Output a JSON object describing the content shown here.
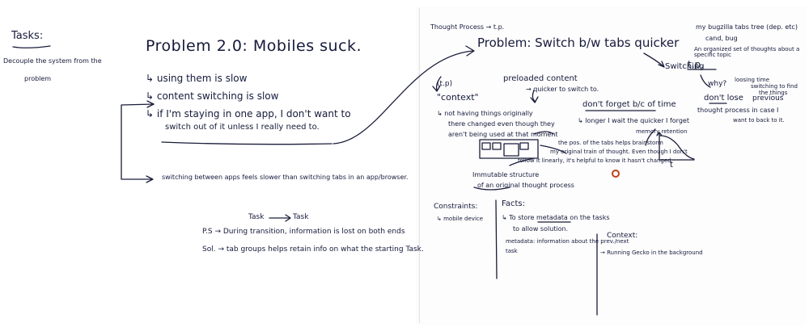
{
  "left_board": {
    "tasks_heading": "Tasks:",
    "tasks_line1": "Decouple the system from the",
    "tasks_line2": "problem",
    "problem_title": "Problem 2.0: Mobiles suck.",
    "point_1": "↳ using them is slow",
    "point_2": "↳ content switching is slow",
    "point_3_line1": "↳ if I'm staying in one app, I don't want to",
    "point_3_line2": "switch out of it unless I really need to.",
    "point_4": "switching between apps feels slower than switching tabs in an app/browser.",
    "task_arrow_left": "Task",
    "task_arrow_right": "Task",
    "ps_line": "P.S → During transition, information is lost on both ends",
    "sol_line": "Sol. → tab groups helps retain info on what the starting Task."
  },
  "right_board": {
    "thought_process": "Thought Process → t.p.",
    "problem_heading": "Problem: Switch b/w tabs quicker",
    "switching_tp": "Switching",
    "tp_label": "t.p.",
    "bugzilla_line1": "my bugzilla tabs tree (dep. etc)",
    "bugzilla_line2": "cand, bug",
    "organized_line": "An organized set of thoughts about a specific topic",
    "why_label": "why?",
    "loosing_line1": "loosing time",
    "loosing_line2": "switching to find",
    "loosing_line3": "the things",
    "dont_lose": "don't lose",
    "previous": "previous",
    "thought_process_line": "thought process in case I",
    "want_back": "want to back to it.",
    "tp_tag": "(t.p)",
    "context_label": "\"context\"",
    "not_having_line1": "↳ not having things originally",
    "not_having_line2": "there changed even though they",
    "not_having_line3": "aren't being used at that moment",
    "preloaded_line1": "preloaded content",
    "preloaded_line2": "→ quicker to switch to.",
    "dont_forget": "don't forget b/c of time",
    "longer_line": "↳ longer I wait the quicker I forget",
    "memory_label": "memory retention",
    "tabs_pos_line1": "the pos. of the tabs helps brainstorm",
    "tabs_pos_line2": "my original train of thought. Even though I don't",
    "tabs_pos_line3": "follow it linearly, it's helpful to know it hasn't changed.",
    "immutable_line1": "Immutable structure",
    "immutable_line2": "of an original thought process",
    "axis_t": "t",
    "constraints_heading": "Constraints:",
    "constraints_item": "↳ mobile device",
    "facts_heading": "Facts:",
    "facts_item1_line1": "↳ To store metadata on the tasks",
    "facts_item1_line2": "to allow solution.",
    "facts_item2_line1": "metadata: information about the prev./next",
    "facts_item2_line2": "task",
    "context_heading": "Context:",
    "context_item": "→ Running Gecko in the background"
  }
}
